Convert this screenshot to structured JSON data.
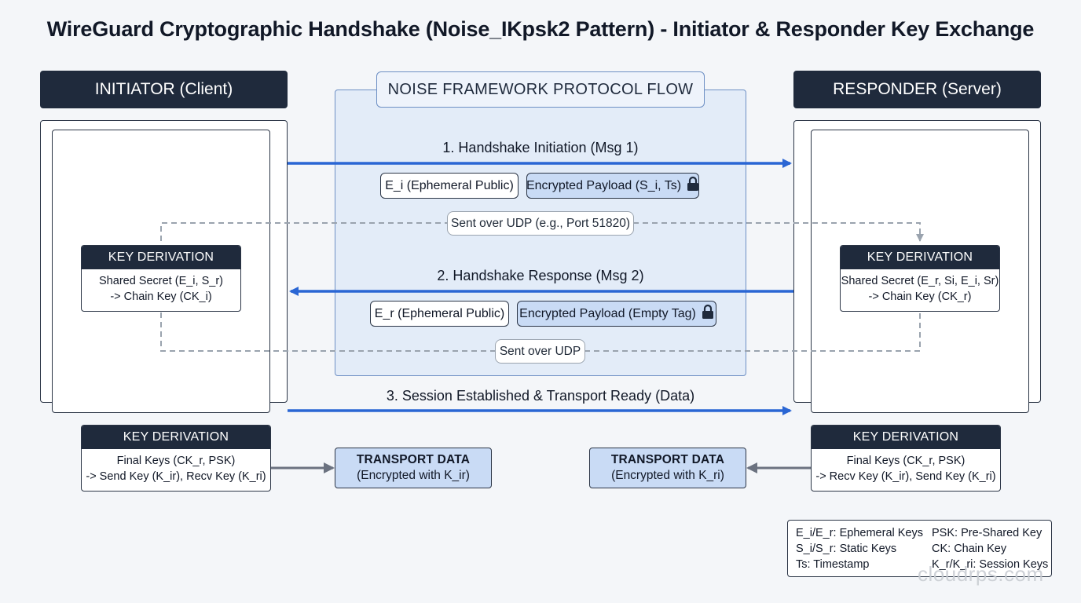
{
  "title": "WireGuard Cryptographic Handshake (Noise_IKpsk2 Pattern) - Initiator & Responder Key Exchange",
  "initiator": {
    "header": "INITIATOR (Client)"
  },
  "responder": {
    "header": "RESPONDER (Server)"
  },
  "flow": {
    "title": "NOISE FRAMEWORK PROTOCOL FLOW",
    "msg1": {
      "label": "1. Handshake Initiation (Msg 1)",
      "ephemeral": "E_i (Ephemeral Public)",
      "payload": "Encrypted Payload (S_i, Ts)",
      "transport": "Sent over UDP (e.g., Port 51820)"
    },
    "msg2": {
      "label": "2. Handshake Response (Msg 2)",
      "ephemeral": "E_r (Ephemeral Public)",
      "payload": "Encrypted Payload (Empty Tag)",
      "transport": "Sent over UDP"
    },
    "msg3": {
      "label": "3. Session Established & Transport Ready (Data)"
    }
  },
  "key_derivation": {
    "header": "KEY DERIVATION",
    "initiator_handshake": {
      "line1": "Shared Secret (E_i, S_r)",
      "line2": "-> Chain Key (CK_i)"
    },
    "responder_handshake": {
      "line1": "Shared Secret (E_r, Si, E_i, Sr)",
      "line2": "-> Chain Key (CK_r)"
    },
    "initiator_final": {
      "line1": "Final Keys (CK_r, PSK)",
      "line2": "-> Send Key (K_ir), Recv Key (K_ri)"
    },
    "responder_final": {
      "line1": "Final Keys (CK_r, PSK)",
      "line2": "-> Recv Key (K_ir), Send Key (K_ri)"
    }
  },
  "transport_data": {
    "title": "TRANSPORT DATA",
    "initiator": "(Encrypted with K_ir)",
    "responder": "(Encrypted with K_ri)"
  },
  "legend": {
    "left": [
      "E_i/E_r: Ephemeral Keys",
      "S_i/S_r: Static Keys",
      "Ts: Timestamp"
    ],
    "right": [
      "PSK: Pre-Shared Key",
      "CK: Chain Key",
      "K_r/K_ri: Session Keys"
    ]
  },
  "watermark": "cloudrps.com",
  "colors": {
    "arrow_blue": "#2a66d4",
    "dark_navy": "#1f2a3c",
    "light_blue": "#c9dbf5",
    "dashed_grey": "#9aa3ae"
  },
  "icons": [
    "lock-icon"
  ]
}
